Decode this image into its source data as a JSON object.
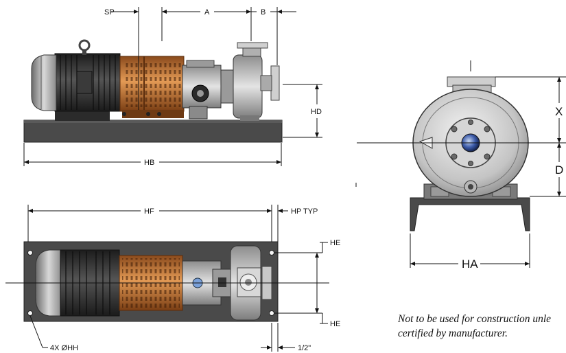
{
  "dimensions": {
    "sp": "SP",
    "a": "A",
    "b": "B",
    "hd": "HD",
    "hb": "HB",
    "hf": "HF",
    "hp": "HP TYP",
    "he_top": "HE",
    "he_bottom": "HE",
    "holes": "4X ØHH",
    "half_inch": "1/2\"",
    "x": "X",
    "d": "D",
    "ha": "HA"
  },
  "note": {
    "line1": "Not to be used for construction unle",
    "line2": "certified by manufacturer."
  },
  "colors": {
    "base": "#4a4a4a",
    "motor": "#2a2a2a",
    "coupling_guard": "#c0722e",
    "coupling_dark": "#6e3a14",
    "pump_casing": "#b8b8b8",
    "line": "#111111"
  }
}
